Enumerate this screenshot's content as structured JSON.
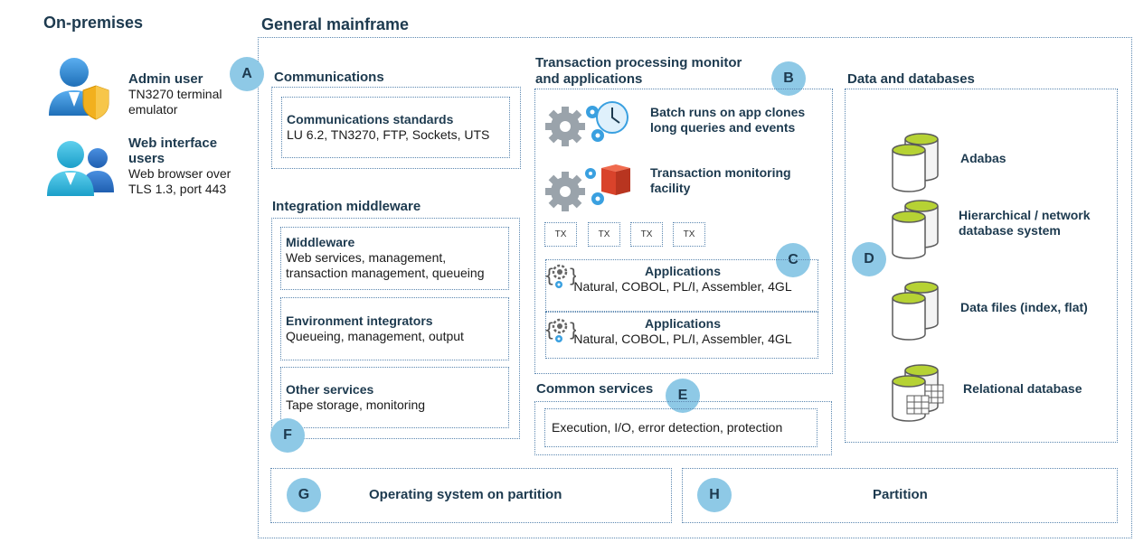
{
  "on_premises": {
    "title": "On-premises",
    "admin": {
      "name": "Admin user",
      "desc_1": "TN3270 terminal",
      "desc_2": "emulator"
    },
    "web": {
      "name_1": "Web interface",
      "name_2": "users",
      "desc_1": "Web browser over",
      "desc_2": "TLS 1.3, port 443"
    }
  },
  "mainframe": {
    "title": "General mainframe"
  },
  "communications": {
    "badge": "A",
    "title": "Communications",
    "standards_title": "Communications standards",
    "standards_desc": "LU 6.2, TN3270, FTP, Sockets, UTS"
  },
  "integration": {
    "badge": "F",
    "title": "Integration middleware",
    "items": [
      {
        "title": "Middleware",
        "line1": "Web services, management,",
        "line2": "transaction management, queueing"
      },
      {
        "title": "Environment integrators",
        "line1": "Queueing, management, output",
        "line2": ""
      },
      {
        "title": "Other services",
        "line1": "Tape storage, monitoring",
        "line2": ""
      }
    ]
  },
  "tp_monitor": {
    "badge": "B",
    "title_1": "Transaction processing monitor",
    "title_2": "and applications",
    "batch_1": "Batch runs on app clones",
    "batch_2": "long queries and events",
    "tmf_1": "Transaction monitoring",
    "tmf_2": "facility",
    "tx_labels": [
      "TX",
      "TX",
      "TX",
      "TX"
    ],
    "apps_badge": "C",
    "apps": [
      {
        "title": "Applications",
        "desc": "Natural, COBOL, PL/I, Assembler, 4GL"
      },
      {
        "title": "Applications",
        "desc": "Natural, COBOL, PL/I, Assembler, 4GL"
      }
    ]
  },
  "common": {
    "badge": "E",
    "title": "Common services",
    "desc": "Execution, I/O, error detection, protection"
  },
  "data": {
    "badge": "D",
    "title": "Data and databases",
    "items": [
      {
        "label_1": "Adabas",
        "label_2": ""
      },
      {
        "label_1": "Hierarchical / network",
        "label_2": "database system"
      },
      {
        "label_1": "Data files (index, flat)",
        "label_2": ""
      },
      {
        "label_1": "Relational database",
        "label_2": ""
      }
    ]
  },
  "os": {
    "badge": "G",
    "label": "Operating system on partition"
  },
  "partition": {
    "badge": "H",
    "label": "Partition"
  },
  "colors": {
    "border": "#5b87b0",
    "badge": "#8ec9e6",
    "heading": "#1d3a4f",
    "user_blue": "#3a8fd6",
    "cylinder_lid": "#b6d234",
    "shield": "#f2b01e",
    "box_red": "#d9432b"
  },
  "icons": [
    "admin-user-icon",
    "web-users-icon",
    "gear-clock-icon",
    "gear-box-icon",
    "code-gear-icon",
    "database-icon",
    "table-icon"
  ]
}
